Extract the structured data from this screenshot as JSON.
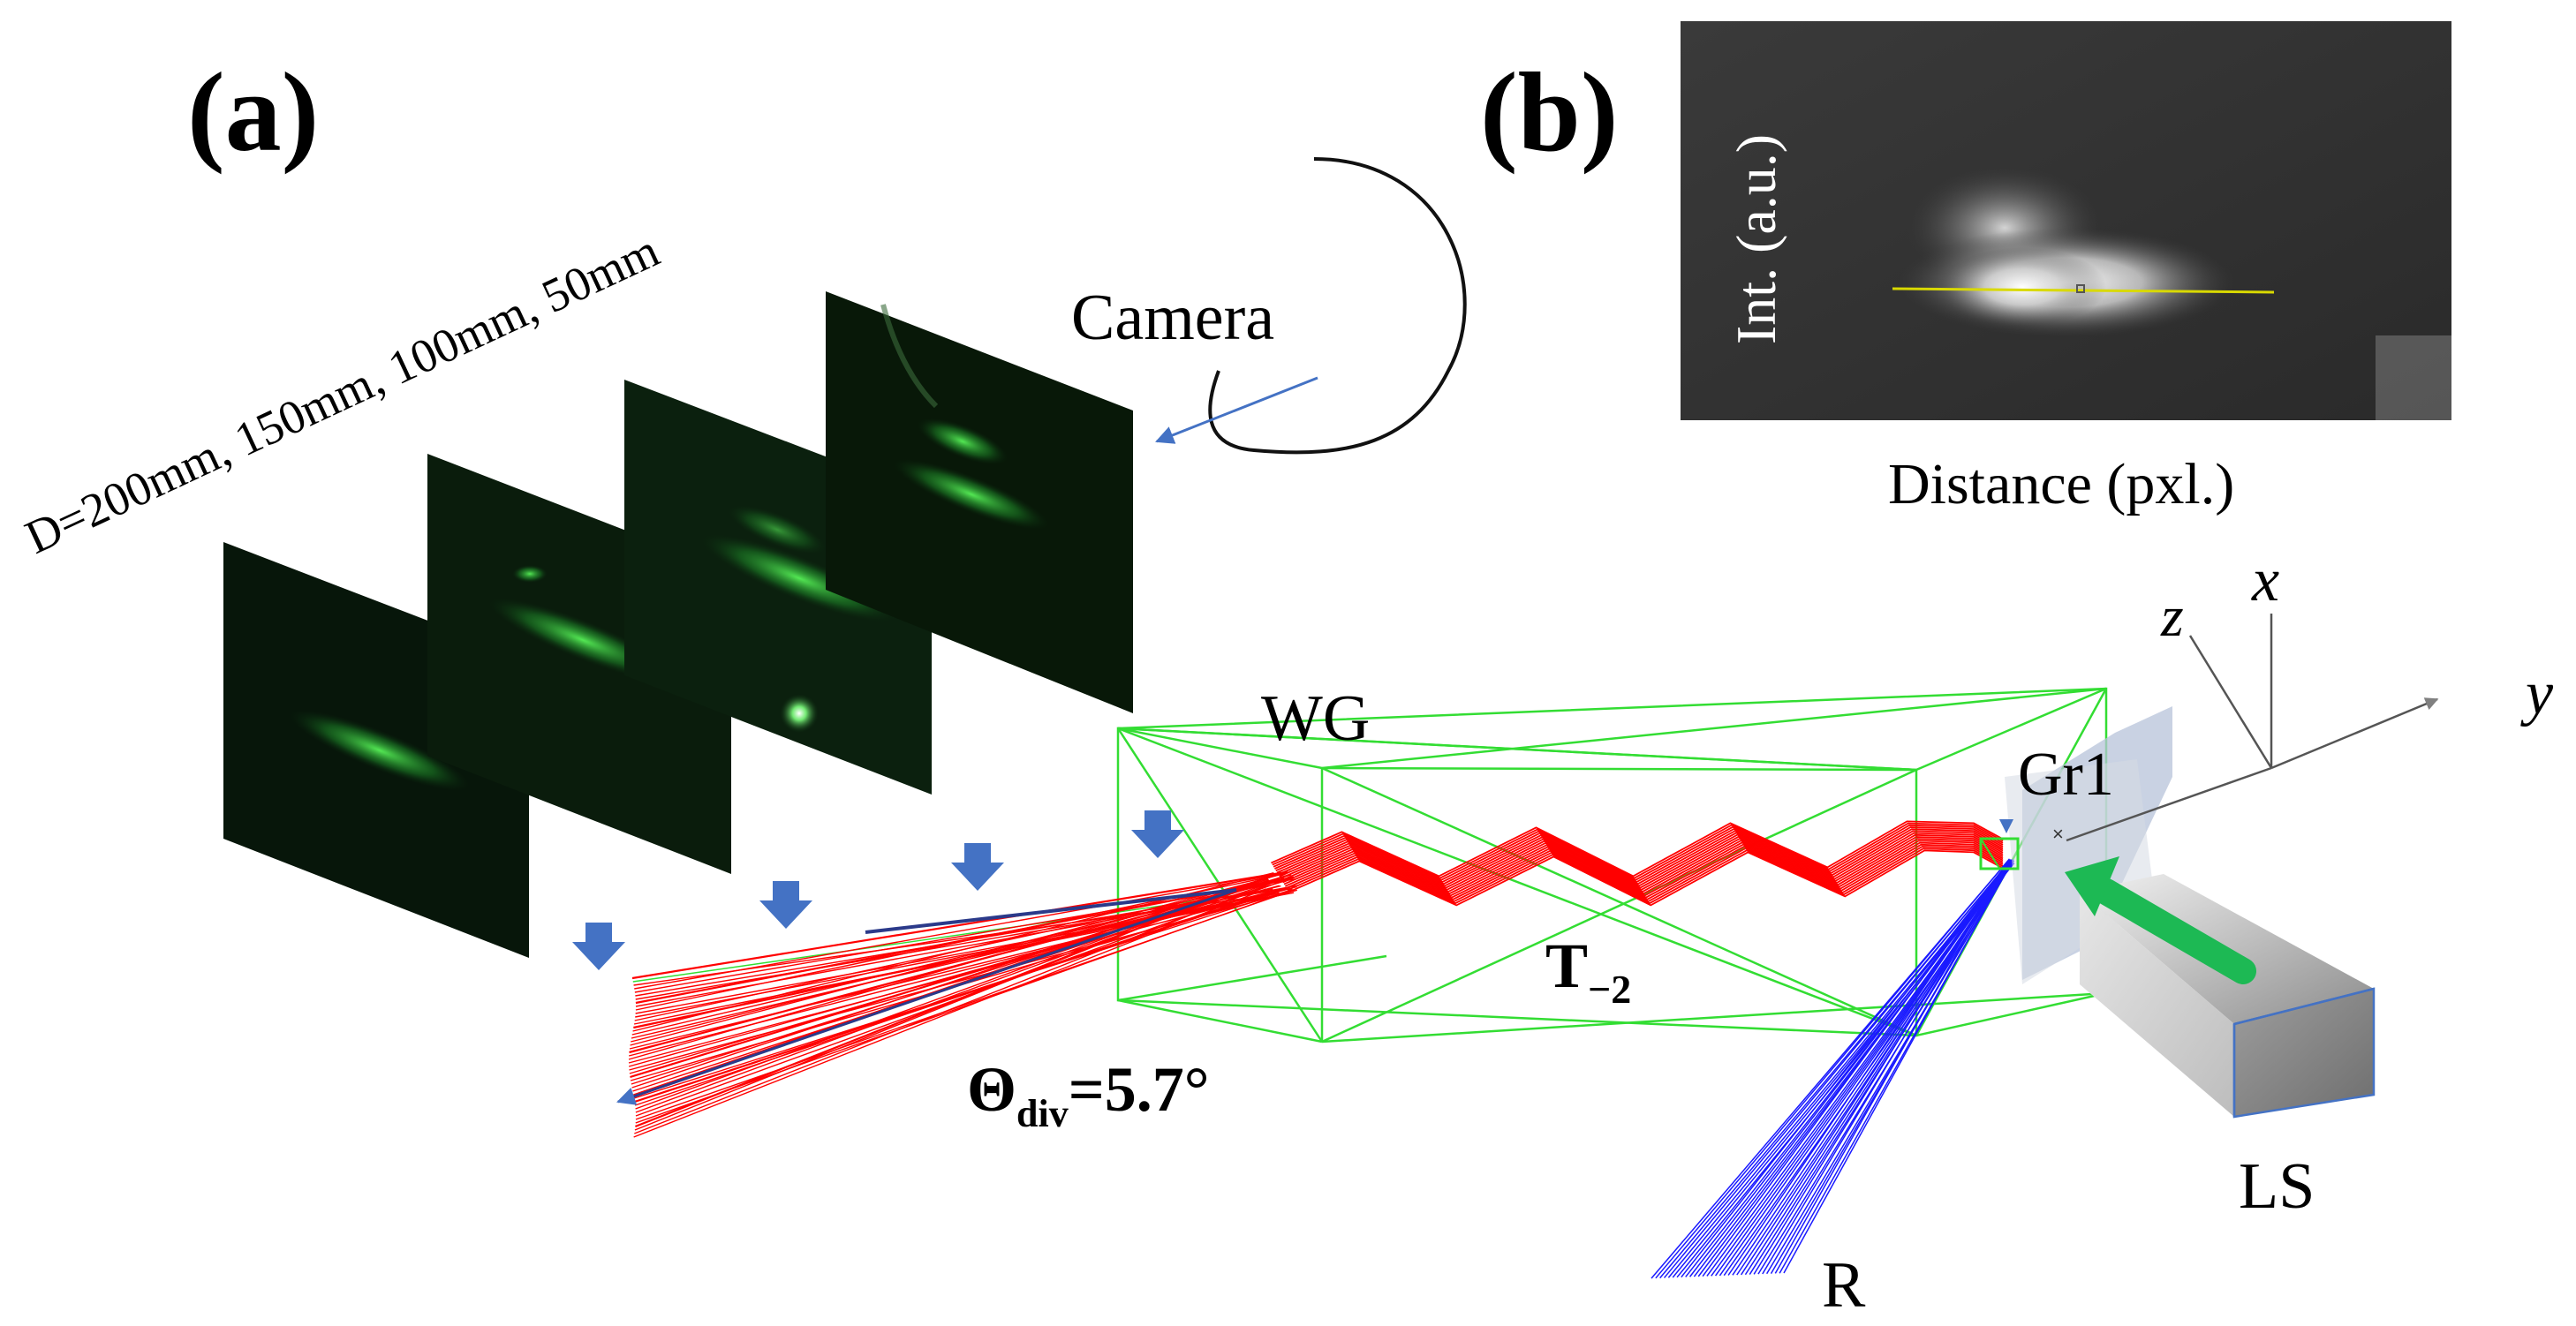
{
  "panel_a": {
    "label": "(a)",
    "distances_text": "D=200mm, 150mm, 100mm, 50mm",
    "camera_label": "Camera",
    "waveguide_label": "WG",
    "grating_label": "Gr1",
    "transmission_order_base": "T",
    "transmission_order_sub": "−2",
    "theta_symbol": "Θ",
    "theta_sub": "div",
    "theta_value": "=5.7°",
    "reflection_label": "R",
    "laser_label": "LS",
    "axis_z": "z",
    "axis_x": "x",
    "axis_y": "y"
  },
  "panel_b": {
    "label": "(b)",
    "ylabel": "Int. (a.u.)",
    "xlabel": "Distance (pxl.)"
  },
  "colors": {
    "rays": "#ff0000",
    "reflected_rays": "#1a1aff",
    "waveguide": "#33dd33",
    "arrow_blue": "#4472c4",
    "laser_arrow": "#1db954",
    "line_profile": "#d9d900"
  }
}
